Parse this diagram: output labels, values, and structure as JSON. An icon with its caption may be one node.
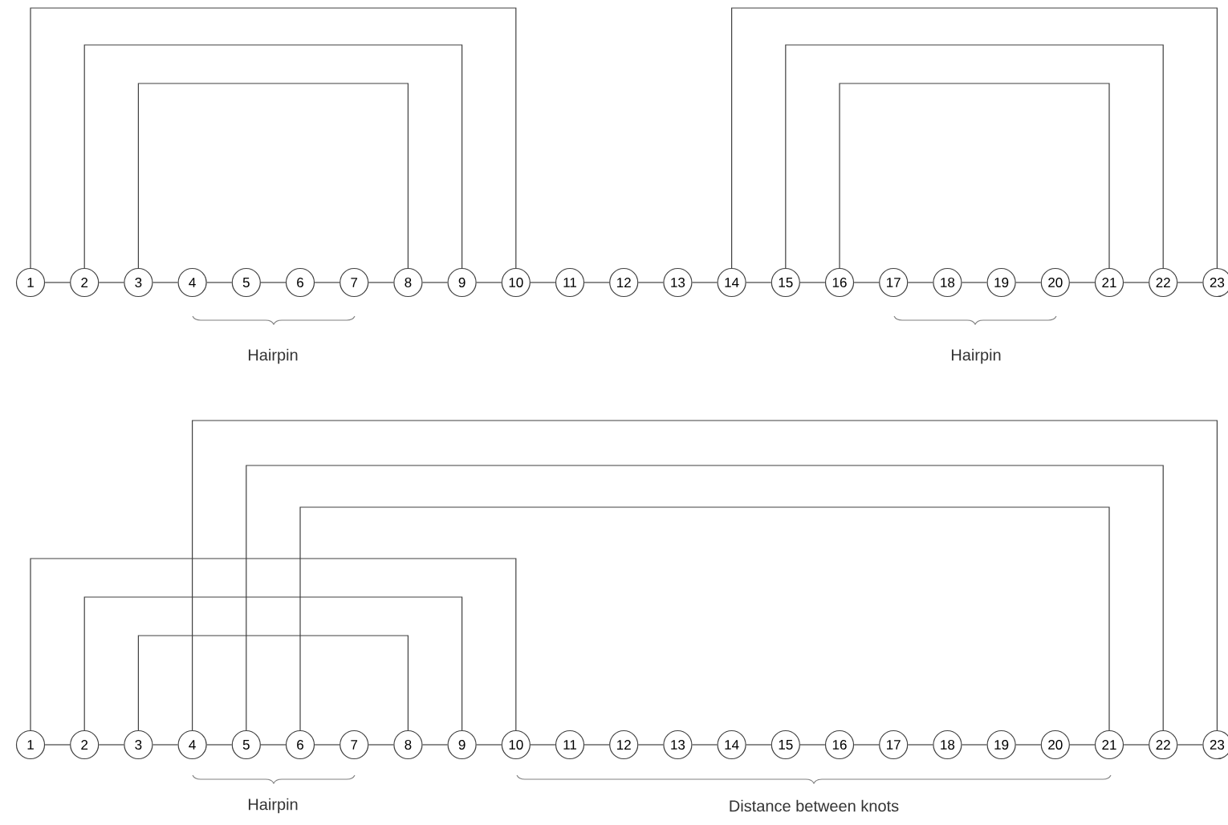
{
  "diagram": {
    "nodes": [
      {
        "text": [
          "1"
        ]
      },
      {
        "text": [
          "2"
        ]
      },
      {
        "text": [
          "3"
        ]
      },
      {
        "text": [
          "4"
        ]
      },
      {
        "text": [
          "5"
        ]
      },
      {
        "text": [
          "6"
        ]
      },
      {
        "text": [
          "7"
        ]
      },
      {
        "text": [
          "8"
        ]
      },
      {
        "text": [
          "9"
        ]
      },
      {
        "text": [
          "10"
        ]
      },
      {
        "text": [
          "11"
        ]
      },
      {
        "text": [
          "12"
        ]
      },
      {
        "text": [
          "13"
        ]
      },
      {
        "text": [
          "14"
        ]
      },
      {
        "text": [
          "15"
        ]
      },
      {
        "text": [
          "16"
        ]
      },
      {
        "text": [
          "17"
        ]
      },
      {
        "text": [
          "18"
        ]
      },
      {
        "text": [
          "19"
        ]
      },
      {
        "text": [
          "20"
        ]
      },
      {
        "text": [
          "21"
        ]
      },
      {
        "text": [
          "22"
        ]
      },
      {
        "text": [
          "23"
        ]
      },
      {
        "text": [
          "1"
        ]
      },
      {
        "text": [
          "2"
        ]
      },
      {
        "text": [
          "3"
        ]
      },
      {
        "text": [
          "4"
        ]
      },
      {
        "text": [
          "5"
        ]
      },
      {
        "text": [
          "6"
        ]
      },
      {
        "text": [
          "7"
        ]
      },
      {
        "text": [
          "8"
        ]
      },
      {
        "text": [
          "9"
        ]
      },
      {
        "text": [
          "10"
        ]
      },
      {
        "text": [
          "11"
        ]
      },
      {
        "text": [
          "12"
        ]
      },
      {
        "text": [
          "13"
        ]
      },
      {
        "text": [
          "14"
        ]
      },
      {
        "text": [
          "15"
        ]
      },
      {
        "text": [
          "16"
        ]
      },
      {
        "text": [
          "17"
        ]
      },
      {
        "text": [
          "18"
        ]
      },
      {
        "text": [
          "19"
        ]
      },
      {
        "text": [
          "20"
        ]
      },
      {
        "text": [
          "21"
        ]
      },
      {
        "text": [
          "22"
        ]
      },
      {
        "text": [
          "23"
        ]
      }
    ],
    "edges": [
      {
        "from": 0,
        "to": 1,
        "arrow": "none"
      },
      {
        "from": 1,
        "to": 2,
        "arrow": "none"
      },
      {
        "from": 2,
        "to": 3,
        "arrow": "none"
      },
      {
        "from": 3,
        "to": 4,
        "arrow": "none"
      },
      {
        "from": 4,
        "to": 5,
        "arrow": "none"
      },
      {
        "from": 5,
        "to": 6,
        "arrow": "none"
      },
      {
        "from": 6,
        "to": 7,
        "arrow": "none"
      },
      {
        "from": 7,
        "to": 8,
        "arrow": "none"
      },
      {
        "from": 8,
        "to": 9,
        "arrow": "none"
      },
      {
        "from": 9,
        "to": 10,
        "arrow": "none"
      },
      {
        "from": 10,
        "to": 11,
        "arrow": "none"
      },
      {
        "from": 11,
        "to": 12,
        "arrow": "none"
      },
      {
        "from": 12,
        "to": 13,
        "arrow": "none"
      },
      {
        "from": 13,
        "to": 14,
        "arrow": "none"
      },
      {
        "from": 14,
        "to": 15,
        "arrow": "none"
      },
      {
        "from": 15,
        "to": 16,
        "arrow": "none"
      },
      {
        "from": 16,
        "to": 17,
        "arrow": "none"
      },
      {
        "from": 17,
        "to": 18,
        "arrow": "none"
      },
      {
        "from": 18,
        "to": 19,
        "arrow": "none"
      },
      {
        "from": 19,
        "to": 20,
        "arrow": "none"
      },
      {
        "from": 20,
        "to": 21,
        "arrow": "none"
      },
      {
        "from": 21,
        "to": 22,
        "arrow": "none"
      },
      {
        "from": 23,
        "to": 24,
        "arrow": "none"
      },
      {
        "from": 24,
        "to": 25,
        "arrow": "none"
      },
      {
        "from": 25,
        "to": 26,
        "arrow": "none"
      },
      {
        "from": 26,
        "to": 27,
        "arrow": "none"
      },
      {
        "from": 27,
        "to": 28,
        "arrow": "none"
      },
      {
        "from": 28,
        "to": 29,
        "arrow": "none"
      },
      {
        "from": 29,
        "to": 30,
        "arrow": "none"
      },
      {
        "from": 30,
        "to": 31,
        "arrow": "none"
      },
      {
        "from": 31,
        "to": 32,
        "arrow": "none"
      },
      {
        "from": 32,
        "to": 33,
        "arrow": "none"
      },
      {
        "from": 33,
        "to": 34,
        "arrow": "none"
      },
      {
        "from": 34,
        "to": 35,
        "arrow": "none"
      },
      {
        "from": 35,
        "to": 36,
        "arrow": "none"
      },
      {
        "from": 36,
        "to": 37,
        "arrow": "none"
      },
      {
        "from": 37,
        "to": 38,
        "arrow": "none"
      },
      {
        "from": 38,
        "to": 39,
        "arrow": "none"
      },
      {
        "from": 39,
        "to": 40,
        "arrow": "none"
      },
      {
        "from": 40,
        "to": 41,
        "arrow": "none"
      },
      {
        "from": 41,
        "to": 42,
        "arrow": "none"
      },
      {
        "from": 42,
        "to": 43,
        "arrow": "none"
      },
      {
        "from": 43,
        "to": 44,
        "arrow": "none"
      },
      {
        "from": 44,
        "to": 45,
        "arrow": "none"
      },
      {
        "from": 0,
        "to": 9,
        "arrow": "none"
      },
      {
        "from": 1,
        "to": 8,
        "arrow": "none"
      },
      {
        "from": 2,
        "to": 7,
        "arrow": "none"
      },
      {
        "from": 13,
        "to": 22,
        "arrow": "none"
      },
      {
        "from": 14,
        "to": 21,
        "arrow": "none"
      },
      {
        "from": 15,
        "to": 20,
        "arrow": "none"
      },
      {
        "from": 23,
        "to": 32,
        "arrow": "none"
      },
      {
        "from": 24,
        "to": 31,
        "arrow": "none"
      },
      {
        "from": 25,
        "to": 30,
        "arrow": "none"
      },
      {
        "from": 26,
        "to": 45,
        "arrow": "none"
      },
      {
        "from": 27,
        "to": 44,
        "arrow": "none"
      },
      {
        "from": 28,
        "to": 43,
        "arrow": "none"
      }
    ],
    "labels": [
      "Hairpin",
      "Hairpin",
      "Hairpin",
      "Distance between knots"
    ]
  }
}
